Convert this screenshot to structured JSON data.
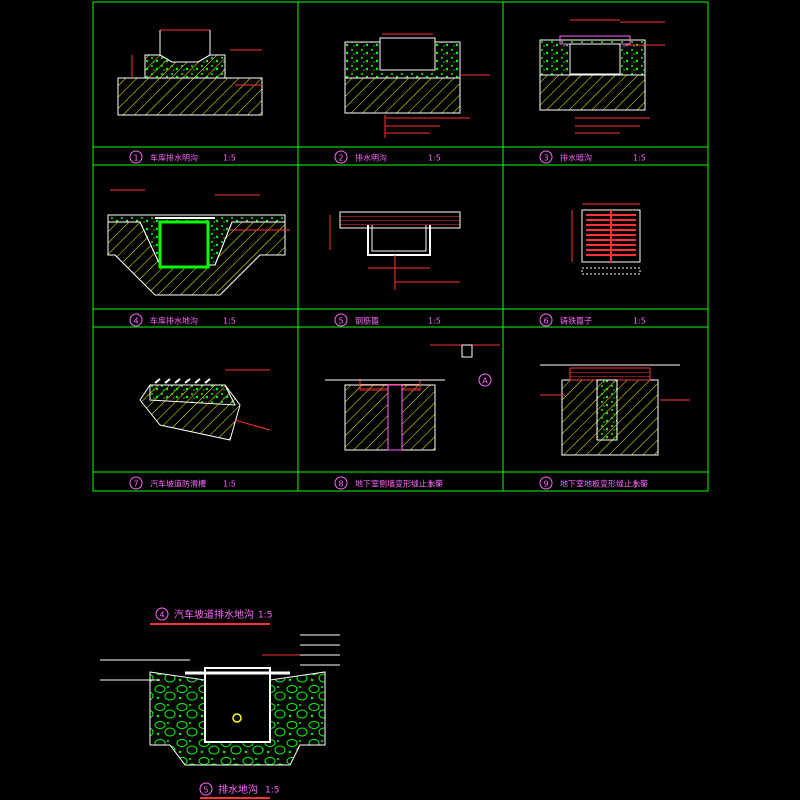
{
  "colors": {
    "background": "#000000",
    "frame": "#00ff00",
    "caption": "#ff66ff",
    "ground_hatch": "#ffff00",
    "gravel": "#00ff00",
    "section_outline": "#ffffff",
    "leader": "#ff3333",
    "dimension": "#ff3333",
    "note_text": "#ff66ff"
  },
  "panels": [
    {
      "num": "1",
      "title": "车库排水明沟",
      "scale": "1:5"
    },
    {
      "num": "2",
      "title": "排水明沟",
      "scale": "1:5"
    },
    {
      "num": "3",
      "title": "排水暗沟",
      "scale": "1:5"
    },
    {
      "num": "4",
      "title": "车库排水地沟",
      "scale": "1:5"
    },
    {
      "num": "5",
      "title": "钢筋篦",
      "scale": "1:5"
    },
    {
      "num": "6",
      "title": "铸铁篦子",
      "scale": "1:5"
    },
    {
      "num": "7",
      "title": "汽车坡道防滑槽",
      "scale": "1:5"
    },
    {
      "num": "8",
      "title": "地下室侧墙变形缝止水带",
      "scale": "1:5"
    },
    {
      "num": "9",
      "title": "地下室地板变形缝止水带",
      "scale": "1:5"
    }
  ],
  "detail_a_marker": "A",
  "lower_titles": {
    "top": {
      "num": "4",
      "title": "汽车坡道排水地沟",
      "scale": "1:5"
    },
    "bottom": {
      "num": "5",
      "title": "排水地沟",
      "scale": "1:5"
    }
  }
}
